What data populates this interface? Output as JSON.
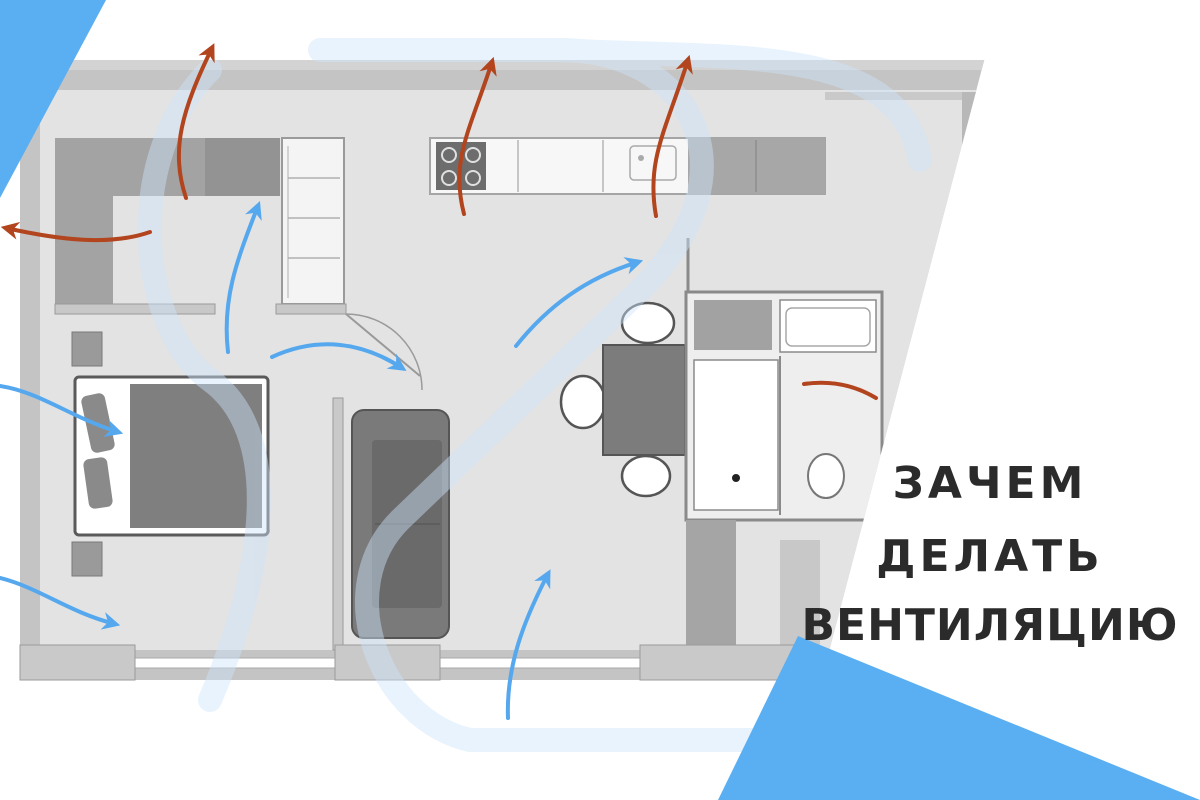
{
  "headline": {
    "line1": "ЗАЧЕМ",
    "line2": "ДЕЛАТЬ",
    "line3": "ВЕНТИЛЯЦИЮ"
  },
  "colors": {
    "accent_blue": "#5aaef2",
    "airflow_in": "#56a8ee",
    "airflow_out": "#b2441e",
    "floor": "#e2e2e2",
    "wall": "#bdbdbd",
    "furniture": "#8a8a8a",
    "text": "#2b2b2b"
  },
  "legend": {
    "fresh_air_arrows": "blue",
    "exhaust_air_arrows": "red-brown"
  }
}
